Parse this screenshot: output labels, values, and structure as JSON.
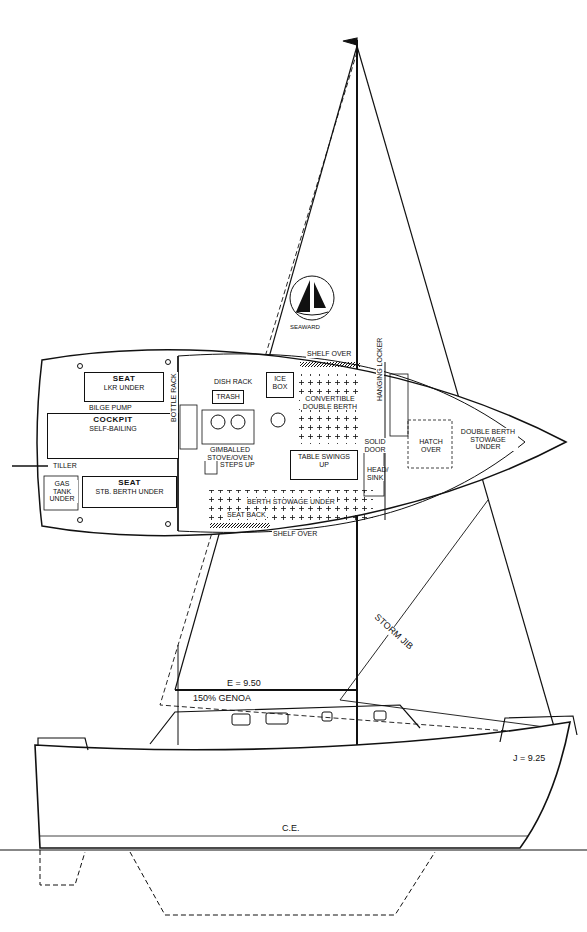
{
  "diagram": {
    "nodes": [
      {
        "text": [
          "SEAT",
          "LKR UNDER"
        ]
      },
      {
        "text": [
          "COCKPIT",
          "SELF-BAILING"
        ]
      },
      {
        "text": [
          "SEAT",
          "STB. BERTH UNDER"
        ]
      },
      {
        "text": [
          "TRASH"
        ]
      },
      {
        "text": [
          "ICE BOX"
        ]
      },
      {
        "text": [
          "TABLE SWINGS UP"
        ]
      }
    ],
    "labels": [
      "SHELF OVER",
      "BILGE PUMP",
      "TILLER",
      "GAS TANK UNDER",
      "DISH RACK",
      "BOTTLE RACK",
      "GIMBALLED STOVE/OVEN",
      "STEPS UP",
      "CONVERTIBLE DOUBLE BERTH",
      "HANGING LOCKER",
      "SOLID DOOR",
      "HATCH OVER",
      "DOUBLE BERTH STOWAGE UNDER",
      "HEAD/ SINK",
      "BERTH STOWAGE UNDER",
      "SEAT BACK",
      "SHELF OVER",
      "SEAWARD",
      "STORM JIB",
      "E = 9.50",
      "150% GENOA",
      "J = 9.25",
      "C.E."
    ]
  }
}
